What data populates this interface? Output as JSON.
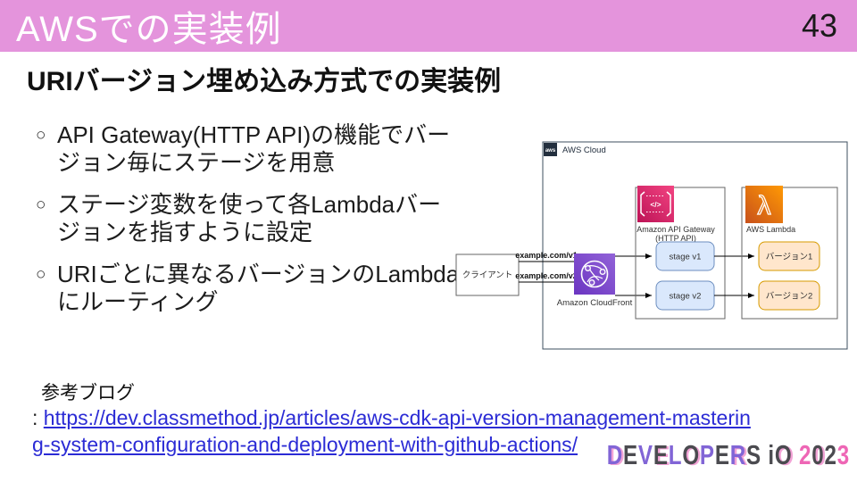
{
  "header": {
    "title": "AWSでの実装例",
    "page_number": "43"
  },
  "subtitle": "URIバージョン埋め込み方式での実装例",
  "bullet_marker": "○",
  "bullets": [
    {
      "text": "API Gateway(HTTP API)の機能でバージョン毎にステージを用意"
    },
    {
      "text": "ステージ変数を使って各Lambdaバージョンを指すように設定"
    },
    {
      "text": "URIごとに異なるバージョンのLambdaにルーティング"
    }
  ],
  "diagram": {
    "aws_cloud_label": "AWS Cloud",
    "aws_icon_text": "aws",
    "client_label": "クライアント",
    "route1_label": "example.com/v1",
    "route2_label": "example.com/v2",
    "cloudfront_label": "Amazon CloudFront",
    "api_gateway_label": "Amazon API Gateway",
    "api_gateway_sublabel": "(HTTP API)",
    "api_gateway_glyph": "</>",
    "lambda_label": "AWS Lambda",
    "lambda_glyph": "λ",
    "stage1_label": "stage v1",
    "stage2_label": "stage v2",
    "version1_label": "バージョン1",
    "version2_label": "バージョン2"
  },
  "reference": {
    "label": "参考ブログ",
    "colon": ": ",
    "link_line1": "https://dev.classmethod.jp/articles/aws-cdk-api-version-management-masterin",
    "link_line2": "g-system-configuration-and-deployment-with-github-actions/"
  },
  "footer_logo": {
    "letters": [
      "D",
      "E",
      "V",
      "E",
      "L",
      "O",
      "P",
      "E",
      "R",
      "S",
      " ",
      "i",
      "O",
      " ",
      "2",
      "0",
      "2",
      "3"
    ]
  },
  "colors": {
    "header_pink": "#e494dc",
    "link_blue": "#2b2bd5",
    "cloudfront_purple": "#7c4fd0",
    "api_gateway_pink": "#d6246d",
    "lambda_orange": "#ed8c12",
    "stage_fill": "#dae8fc",
    "stage_stroke": "#6c8ebf",
    "version_fill": "#ffe6cc",
    "version_stroke": "#d79b00",
    "aws_dark": "#232f3e",
    "logo_purple": "#8165d6",
    "logo_gray": "#4b4b50",
    "logo_pink": "#ee66b5"
  }
}
